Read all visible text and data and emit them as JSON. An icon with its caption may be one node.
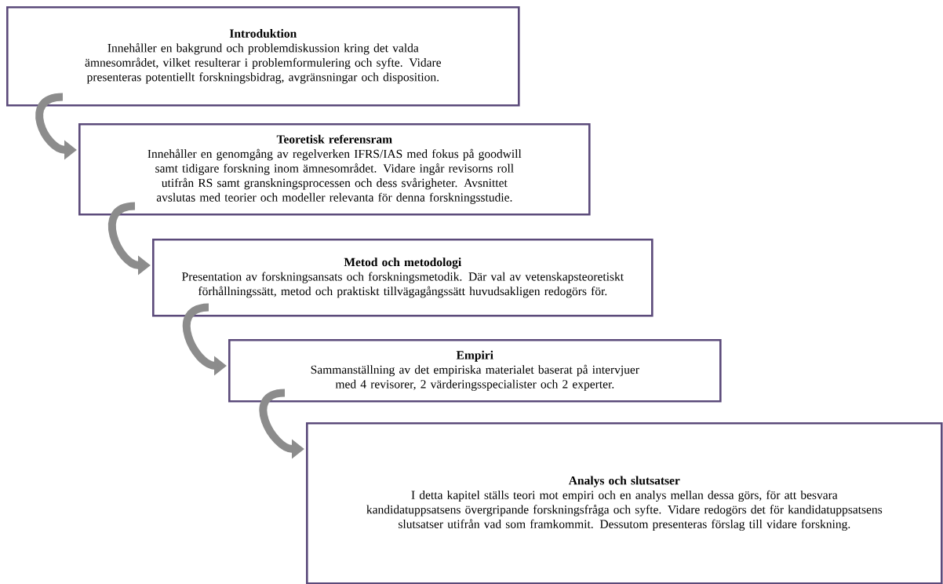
{
  "diagram": {
    "nodes": [
      {
        "text": [
          "Introduktion",
          "Innehåller en bakgrund och problemdiskussion kring det valda ämnesområdet, vilket resulterar i problemformulering och syfte. Vidare presenteras potentiellt forskningsbidrag, avgränsningar och disposition."
        ]
      },
      {
        "text": [
          "Teoretisk referensram",
          "Innehåller en genomgång av regelverken IFRS/IAS med fokus på goodwill samt tidigare forskning inom ämnesområdet. Vidare ingår revisorns roll utifrån RS samt granskningsprocessen och dess svårigheter. Avsnittet avslutas med teorier och modeller relevanta för denna forskningsstudie."
        ]
      },
      {
        "text": [
          "Metod och metodologi",
          "Presentation av forskningsansats och forskningsmetodik. Där val av vetenskapsteoretiskt förhållningssätt, metod och praktiskt tillvägagångssätt huvudsakligen redogörs för."
        ]
      },
      {
        "text": [
          "Empiri",
          "Sammanställning av det empiriska materialet baserat på intervjuer med 4 revisorer, 2 värderingsspecialister och 2 experter."
        ]
      },
      {
        "text": [
          "Analys och slutsatser",
          "I detta kapitel ställs teori mot empiri och en analys mellan dessa görs, för att besvara kandidatuppsatsens övergripande forskningsfråga och syfte. Vidare redogörs det för kandidatuppsatsens slutsatser utifrån vad som framkommit. Dessutom presenteras förslag till vidare forskning."
        ]
      }
    ],
    "edges": [
      {
        "from": 0,
        "to": 1,
        "arrow": "to"
      },
      {
        "from": 1,
        "to": 2,
        "arrow": "to"
      },
      {
        "from": 2,
        "to": 3,
        "arrow": "to"
      },
      {
        "from": 3,
        "to": 4,
        "arrow": "to"
      }
    ]
  }
}
